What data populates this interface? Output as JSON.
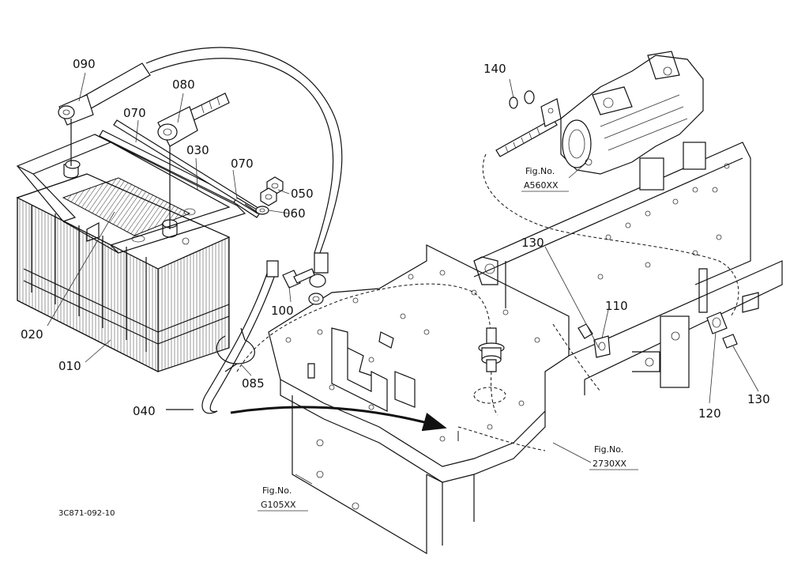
{
  "callouts": {
    "p090": "090",
    "p080": "080",
    "p070a": "070",
    "p030": "030",
    "p070b": "070",
    "p050": "050",
    "p060": "060",
    "p100": "100",
    "p020": "020",
    "p010": "010",
    "p085": "085",
    "p040": "040",
    "p140": "140",
    "p130a": "130",
    "p110": "110",
    "p120": "120",
    "p130b": "130"
  },
  "figrefs": {
    "a560": {
      "prefix": "Fig.No.",
      "code": "A560XX"
    },
    "r2730": {
      "prefix": "Fig.No.",
      "code": "2730XX"
    },
    "g105": {
      "prefix": "Fig.No.",
      "code": "G105XX"
    }
  },
  "drawing_code": "3C871-092-10"
}
